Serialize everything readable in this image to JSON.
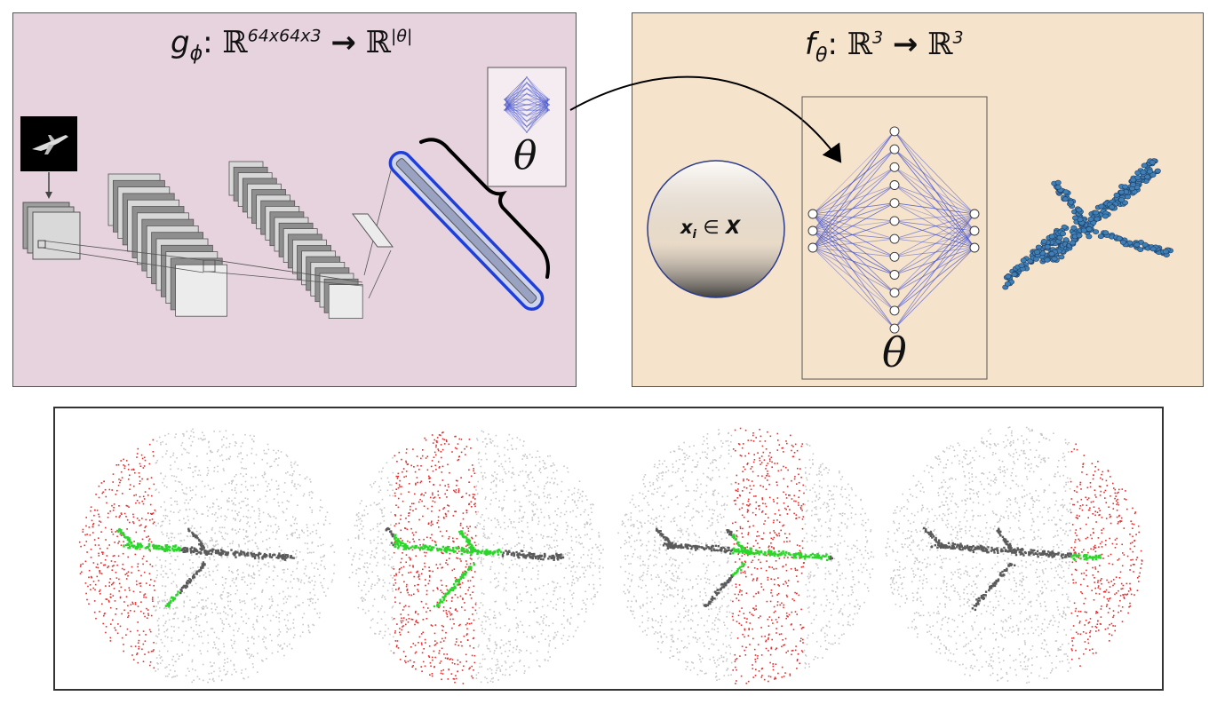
{
  "encoder_formula": {
    "func": "g",
    "sub": "ϕ",
    "domain": "ℝ",
    "domain_sup": "64x64x3",
    "arrow": "→",
    "codomain": "ℝ",
    "codomain_sup": "|θ|"
  },
  "target_formula": {
    "func": "f",
    "sub": "θ",
    "domain": "ℝ",
    "domain_sup": "3",
    "arrow": "→",
    "codomain": "ℝ",
    "codomain_sup": "3"
  },
  "theta_label_small": "θ",
  "theta_label_large": "θ",
  "sphere_label": {
    "x": "x",
    "sub": "i",
    "in": "∈",
    "set": "X"
  },
  "colors": {
    "encoder_bg": "#e6d3de",
    "target_bg": "#f6e3cc",
    "highlight_blue": "#1f3fd8",
    "network_blue": "#3a49c9",
    "point_cloud_blue": "#3f7fb5",
    "cloud_gray": "#c8c8c8",
    "plane_dark": "#5a5a5a",
    "slice_red": "#e23030",
    "slice_green": "#2ad62a"
  },
  "slices": [
    {
      "red_from": 0.0,
      "red_to": 0.3
    },
    {
      "red_from": 0.18,
      "red_to": 0.5
    },
    {
      "red_from": 0.45,
      "red_to": 0.73
    },
    {
      "red_from": 0.72,
      "red_to": 1.0
    }
  ]
}
